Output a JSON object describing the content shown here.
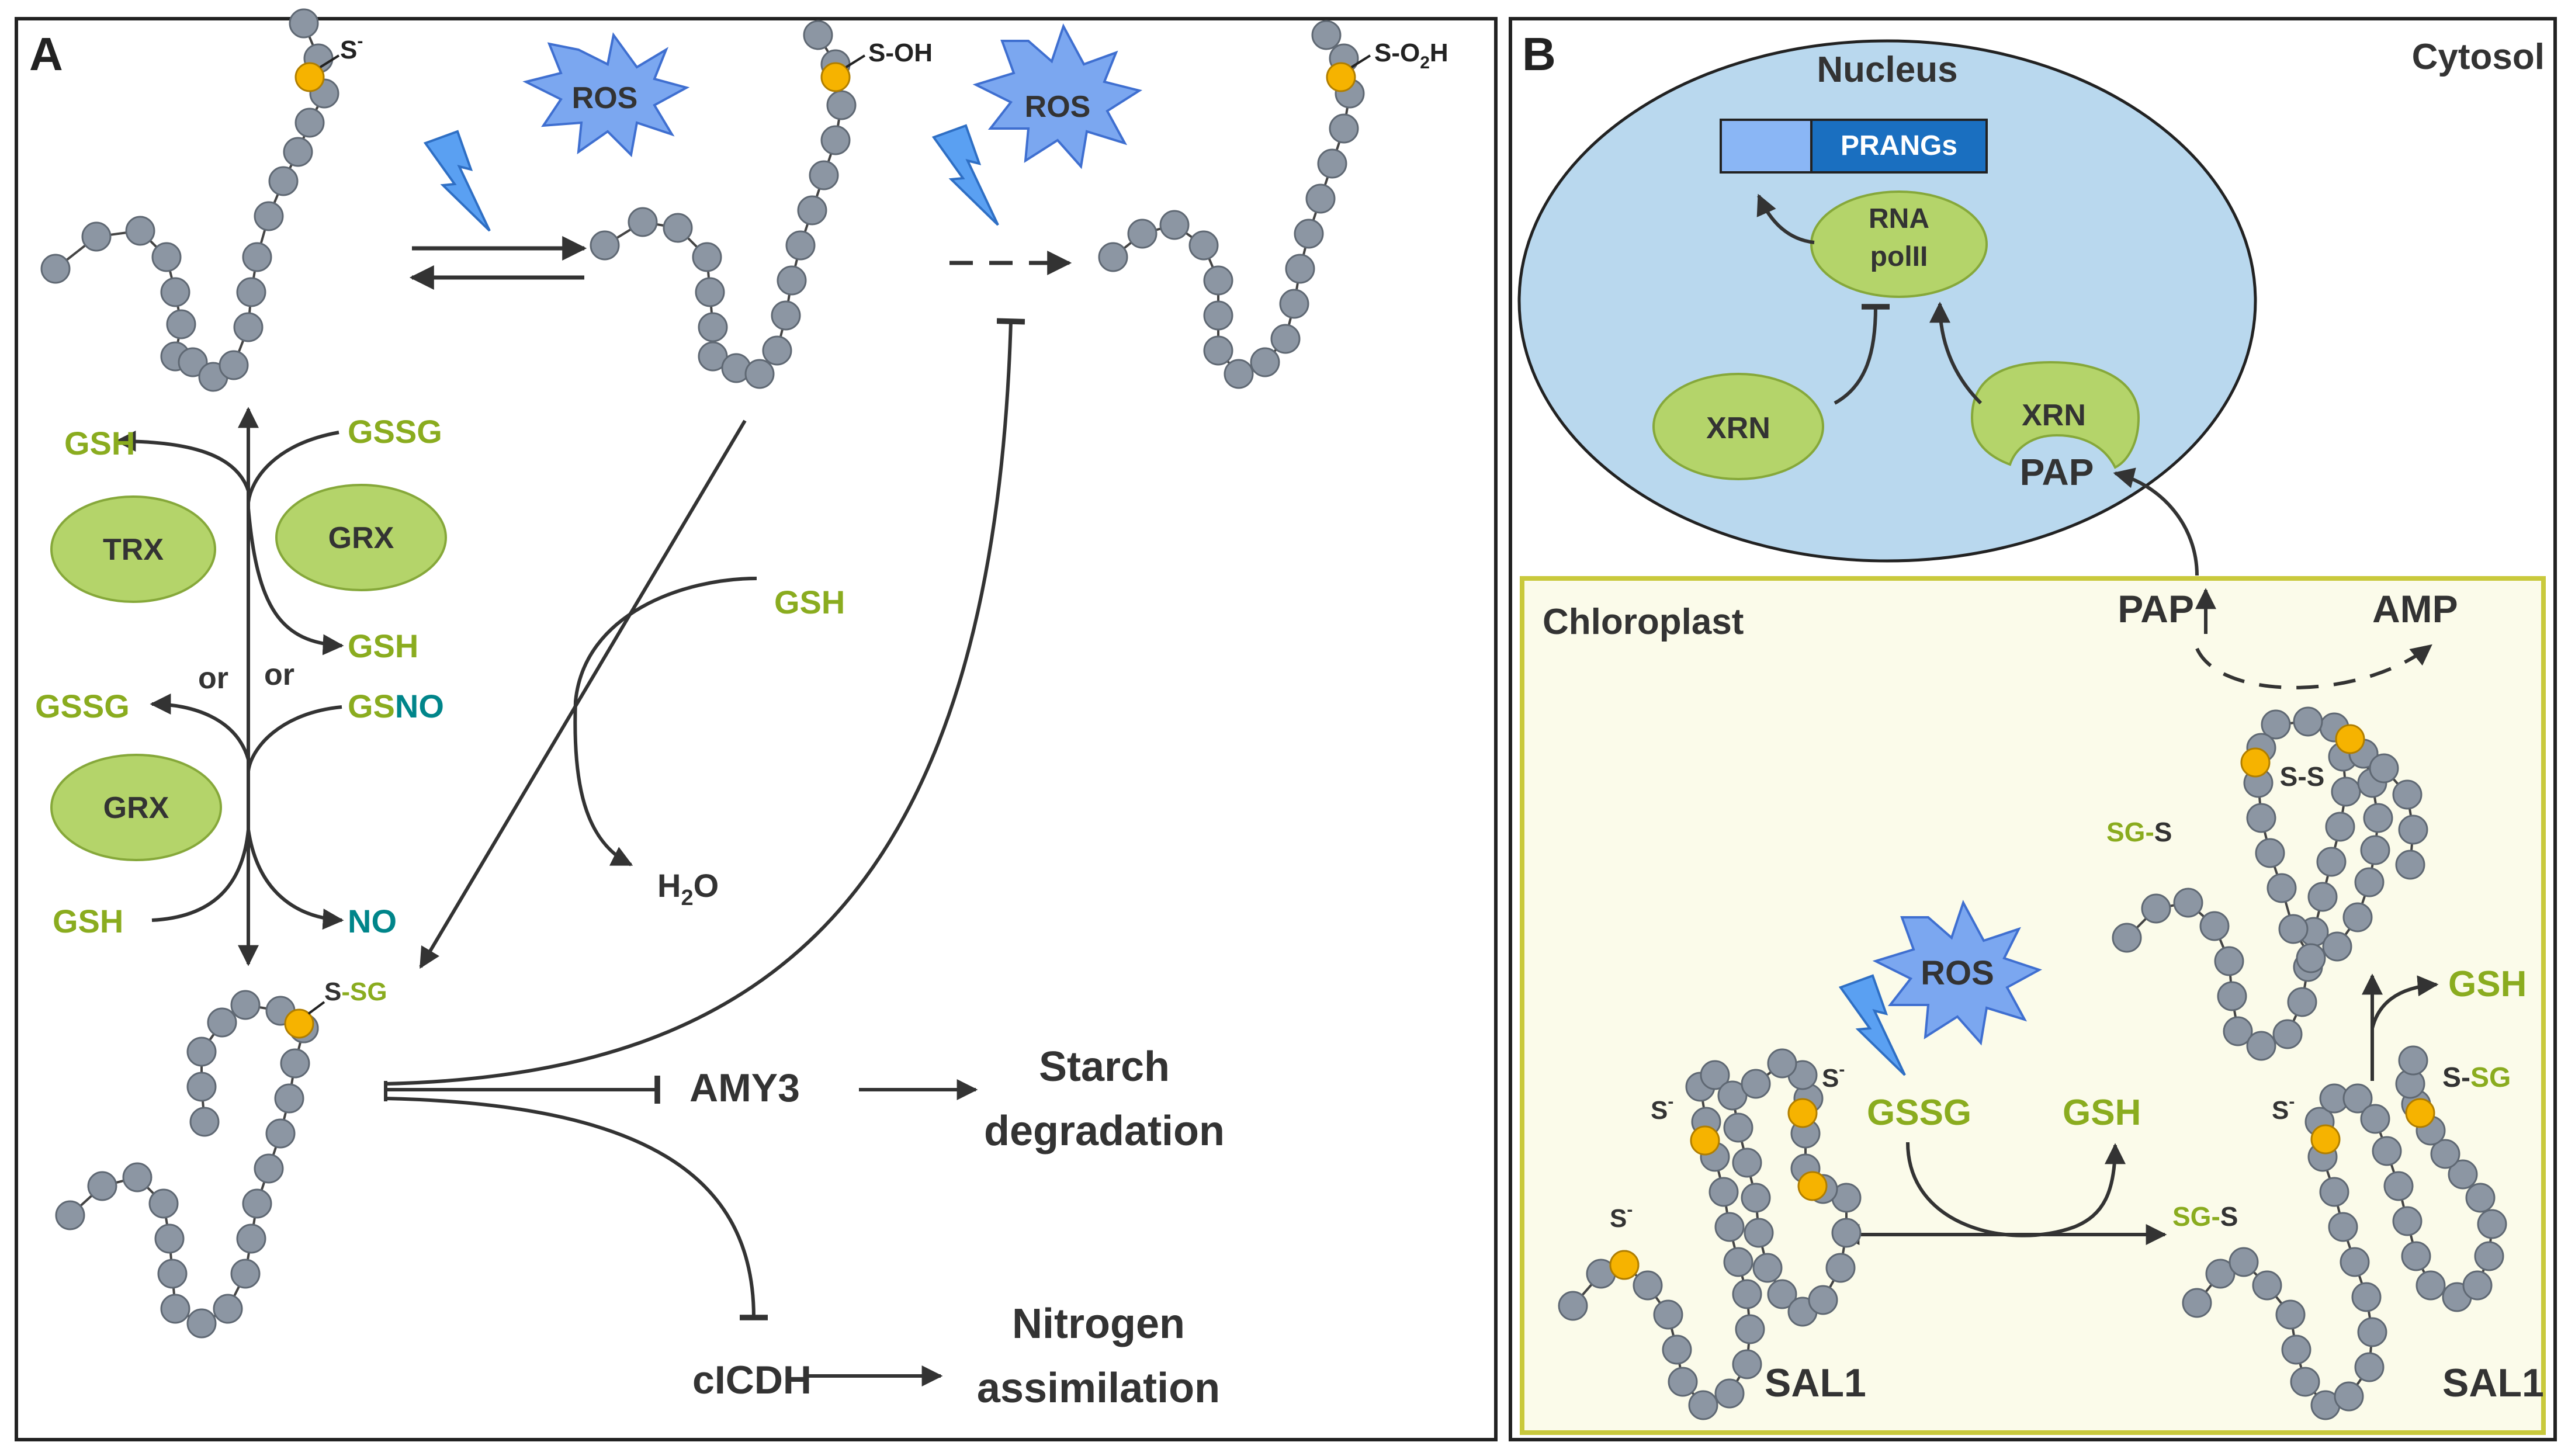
{
  "panel_a": {
    "letter": "A",
    "sulfur_states": {
      "thiolate": "S",
      "thiolate_charge": "-",
      "sulfenic": "S-OH",
      "sulfinic_prefix": "S-O",
      "sulfinic_sub": "2",
      "sulfinic_suffix": "H"
    },
    "ros_label": "ROS",
    "reduction": {
      "gsh_left": "GSH",
      "gssg_top": "GSSG",
      "trx": "TRX",
      "grx_top": "GRX",
      "gsh_mid": "GSH",
      "or_1": "or",
      "or_2": "or",
      "gssg_left": "GSSG",
      "gsno_gs": "GS",
      "gsno_no": "NO",
      "grx_bottom": "GRX",
      "gsh_bottom": "GSH",
      "no_product": "NO"
    },
    "glutathionylation": {
      "gsh": "GSH",
      "water_h": "H",
      "water_sub": "2",
      "water_o": "O"
    },
    "glutathionylated": {
      "s": "S",
      "sg": "-SG"
    },
    "targets": {
      "amy3": "AMY3",
      "starch_1": "Starch",
      "starch_2": "degradation",
      "cicdh": "cICDH",
      "nitrogen_1": "Nitrogen",
      "nitrogen_2": "assimilation"
    }
  },
  "panel_b": {
    "letter": "B",
    "cytosol": "Cytosol",
    "nucleus": "Nucleus",
    "prangs": "PRANGs",
    "rna_pol_1": "RNA",
    "rna_pol_2": "polII",
    "xrn_left": "XRN",
    "xrn_right": "XRN",
    "pap_nucleus": "PAP",
    "chloroplast": "Chloroplast",
    "pap": "PAP",
    "amp": "AMP",
    "ros": "ROS",
    "gssg": "GSSG",
    "gsh": "GSH",
    "gsh_release": "GSH",
    "sal1_left": "SAL1",
    "sal1_right": "SAL1",
    "s_minus": "S",
    "minus": "-",
    "sg_s_prefix": "SG-",
    "sg_s_s": "S",
    "s_dash": "S-",
    "sg_suffix": "SG",
    "disulfide_s1": "S",
    "disulfide_dash": "-",
    "disulfide_s2": "S"
  },
  "colors": {
    "bead": "#8c96a3",
    "bead_stroke": "#5f6873",
    "cys": "#f6b300",
    "ros_fill": "#7ba7f0",
    "enzyme_fill": "#b4d46a",
    "nucleus_fill": "#b9d8ee",
    "chloroplast_fill": "#fbfbea",
    "chloroplast_border": "#c9c93c",
    "glutathione_green": "#8aac1f",
    "nitric_oxide_teal": "#00858a",
    "prangs_blue": "#1a6fc0"
  }
}
